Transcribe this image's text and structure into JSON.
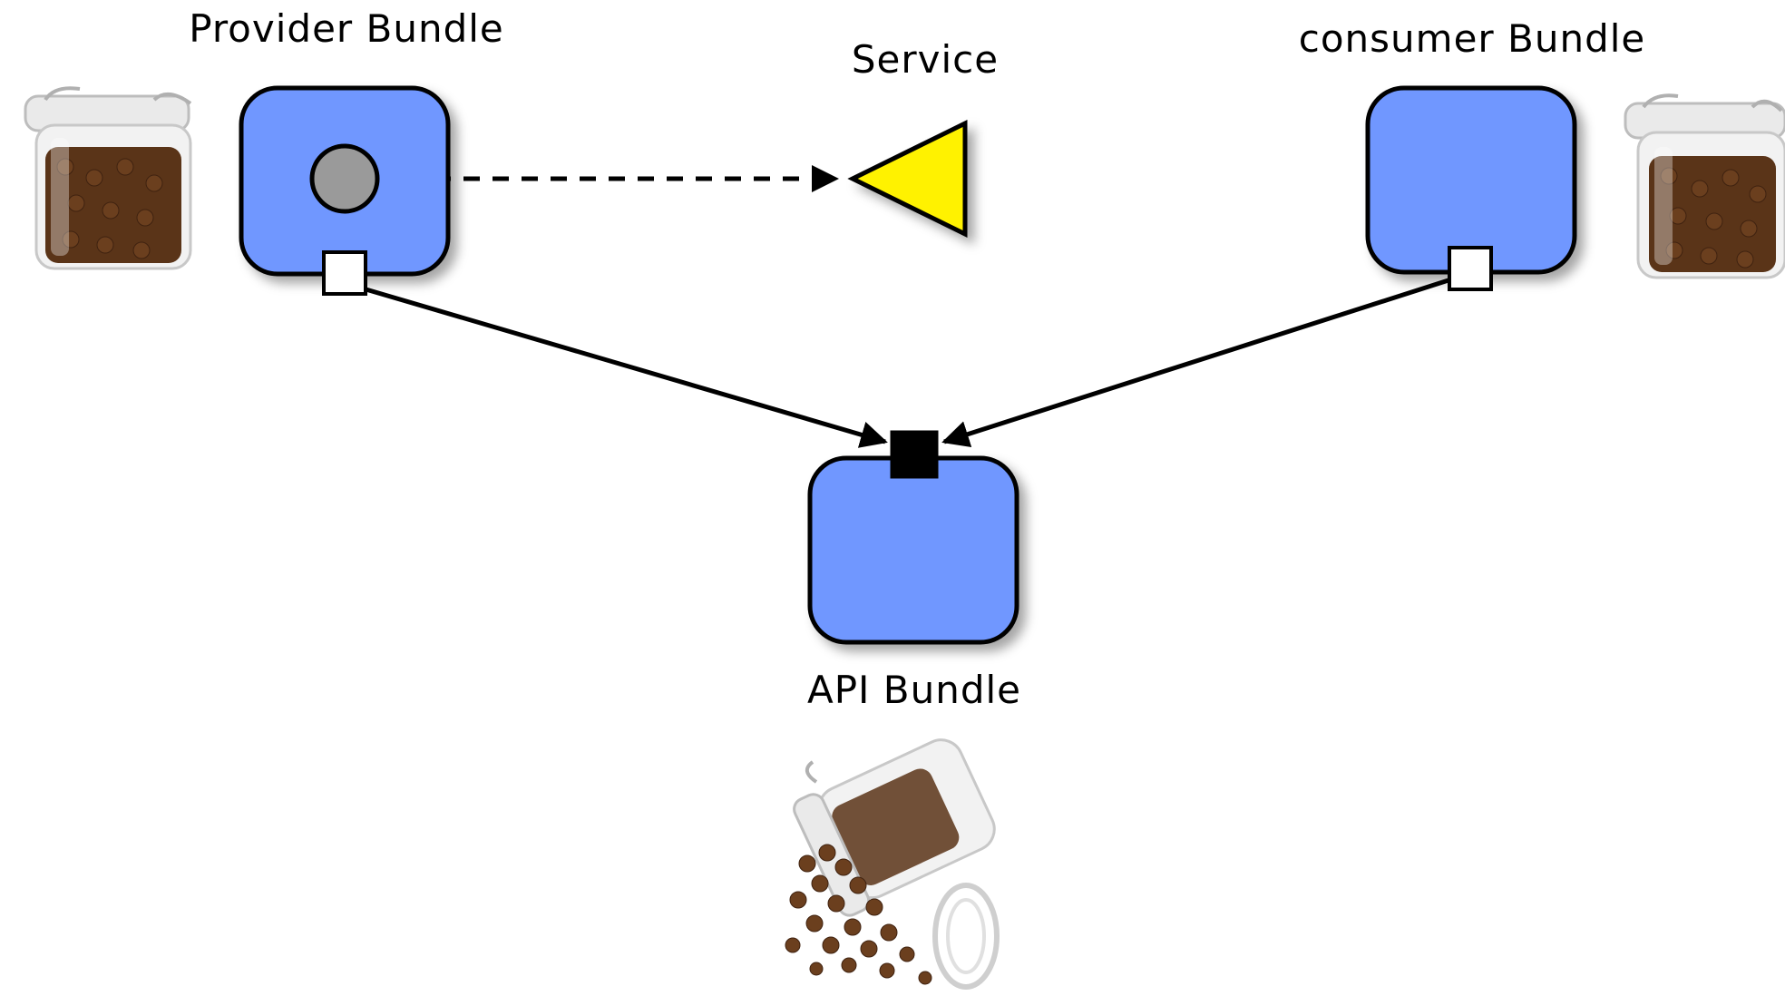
{
  "colors": {
    "bundle_fill": "#7097ff",
    "service_fill": "#fff200",
    "service_object_fill": "#9a9a9a",
    "exported_package_port": "#000000",
    "imported_package_port": "#ffffff",
    "bean": "#6b3f1e"
  },
  "nodes": {
    "provider": {
      "label": "Provider Bundle",
      "icon": "closed-jar-icon"
    },
    "service": {
      "label": "Service",
      "icon": "triangle-icon"
    },
    "consumer": {
      "label": "consumer Bundle",
      "icon": "closed-jar-icon"
    },
    "api": {
      "label": "API Bundle",
      "icon": "spilled-jar-icon"
    }
  },
  "edges": [
    {
      "from": "provider",
      "to": "service",
      "style": "dashed"
    },
    {
      "from": "provider",
      "to": "api",
      "style": "solid"
    },
    {
      "from": "consumer",
      "to": "api",
      "style": "solid"
    }
  ]
}
